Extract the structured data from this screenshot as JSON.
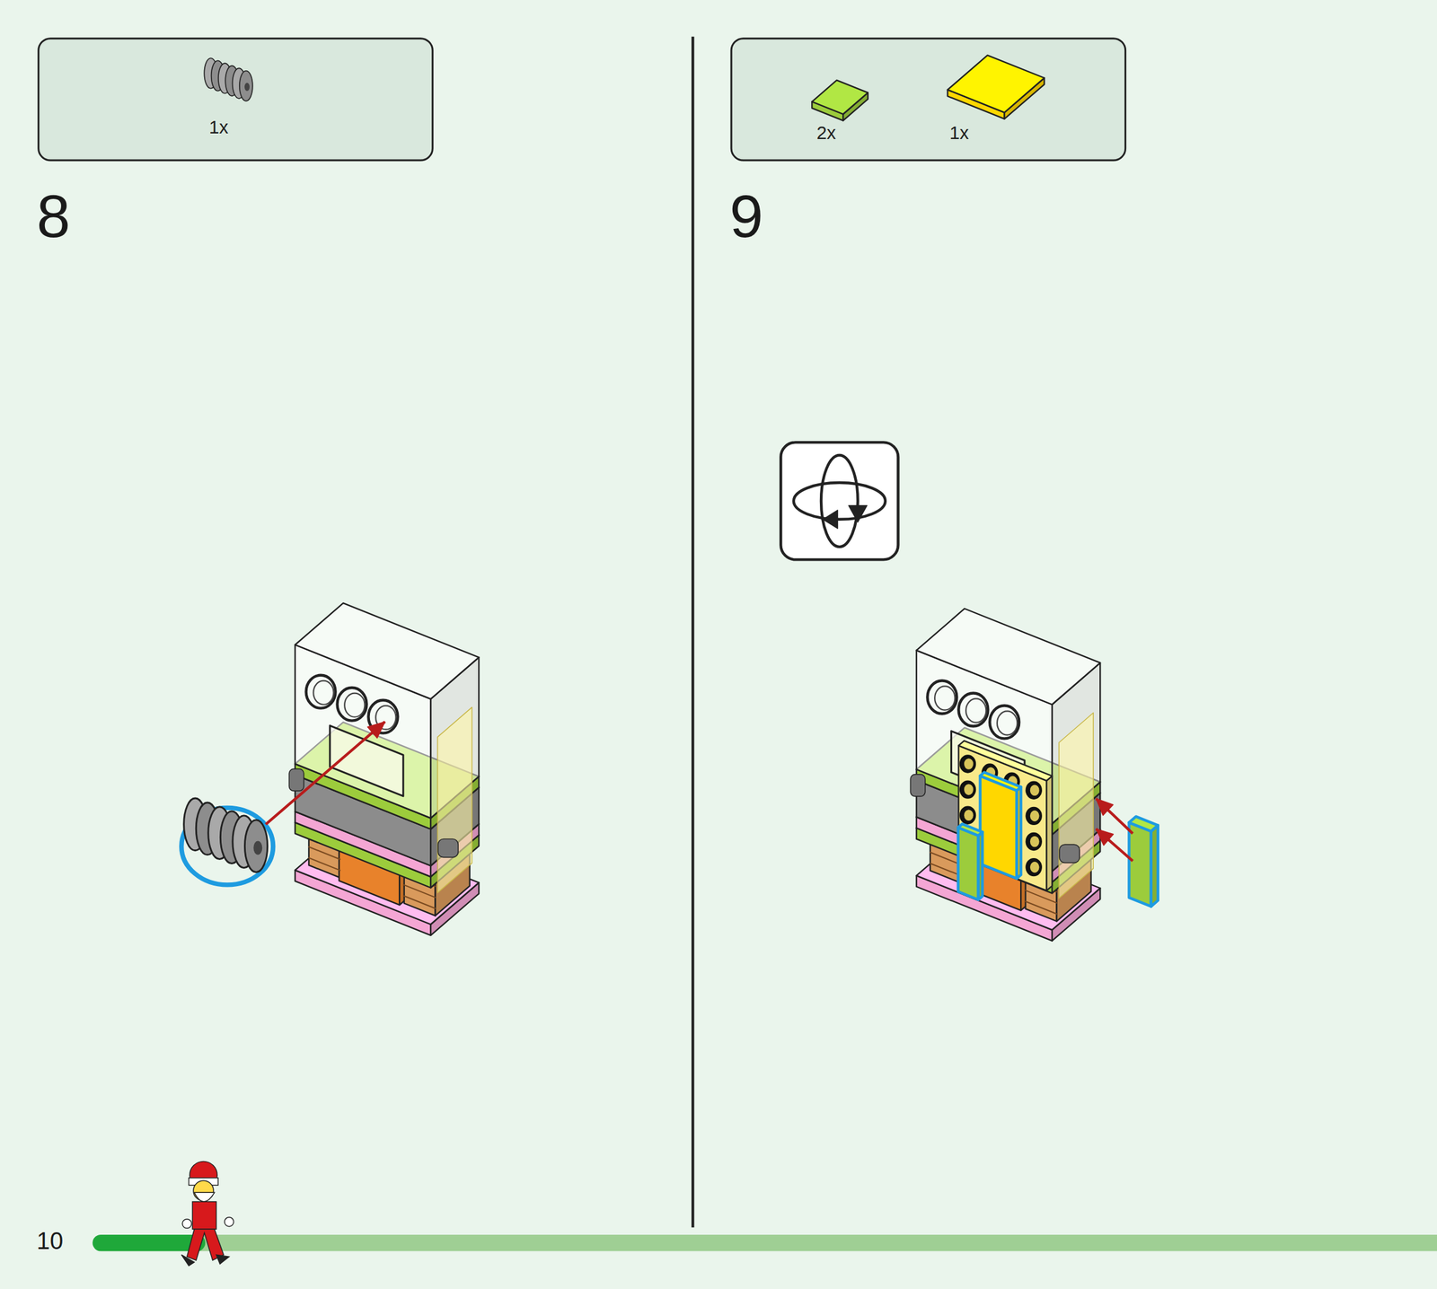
{
  "diagram": {
    "nodes": [
      {
        "text": [
          "1x"
        ]
      },
      {
        "text": [
          "2x",
          "1x"
        ]
      }
    ],
    "labels": [
      "8",
      "9",
      "10"
    ]
  }
}
